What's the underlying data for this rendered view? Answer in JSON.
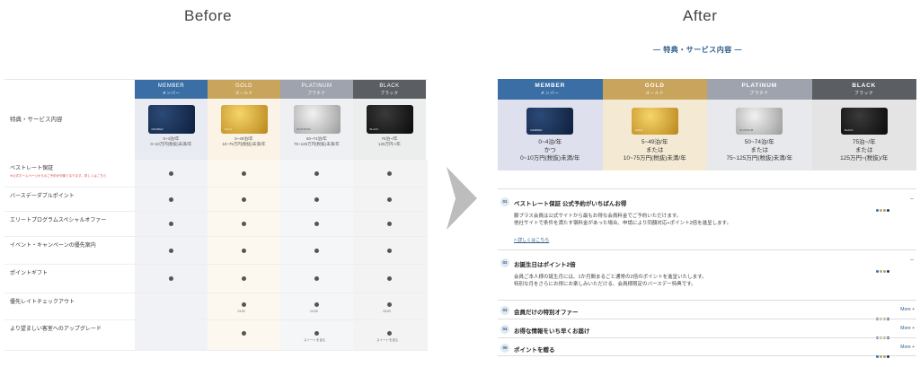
{
  "titles": {
    "before": "Before",
    "after": "After"
  },
  "colors": {
    "member": "#3b6ea5",
    "gold": "#c8a45c",
    "platinum": "#9ea3ad",
    "black": "#5b5e63",
    "accent": "#2d5d8a",
    "red_note": "#d94a4a"
  },
  "before": {
    "header_label": "特典・サービス内容",
    "tiers": [
      {
        "name": "MEMBER",
        "jp": "メンバー",
        "card_label": "MEMBER",
        "text1": "0~4泊/年",
        "text2": "0~10万円(税抜)未満/年"
      },
      {
        "name": "GOLD",
        "jp": "ゴールド",
        "card_label": "GOLD",
        "text1": "5~49泊/年",
        "text2": "10~75万円(税抜)未満/年"
      },
      {
        "name": "PLATINUM",
        "jp": "プラチナ",
        "card_label": "PLATINUM",
        "text1": "50~74泊/年",
        "text2": "75~125万円(税抜)未満/年"
      },
      {
        "name": "BLACK",
        "jp": "ブラック",
        "card_label": "BLACK",
        "text1": "75泊~/年",
        "text2": "125万円~/年"
      }
    ],
    "features": [
      {
        "title": "ベストレート保証",
        "sub": "※公式ホームページからのご予約が対象となります。詳しくはこちら"
      },
      {
        "title": "バースデーダブルポイント",
        "sub": ""
      },
      {
        "title": "エリートプログラムスペシャルオファー",
        "sub": ""
      },
      {
        "title": "イベント・キャンペーンの優先案内",
        "sub": ""
      },
      {
        "title": "ポイントギフト",
        "sub": ""
      },
      {
        "title": "優先レイトチェックアウト",
        "sub": ""
      },
      {
        "title": "より望ましい客室へのアップグレード",
        "sub": ""
      }
    ],
    "checkout_times": [
      "13:00",
      "14:00",
      "15:00"
    ],
    "upgrade_notes": [
      "スイートを含む",
      "スイートを含む"
    ]
  },
  "after": {
    "section_title": "― 特典・サービス内容 ―",
    "tiers": [
      {
        "name": "MEMBER",
        "jp": "メンバー",
        "card_label": "MEMBER",
        "l1": "0~4泊/年",
        "l2": "かつ",
        "l3": "0~10万円(税抜)未満/年"
      },
      {
        "name": "GOLD",
        "jp": "ゴールド",
        "card_label": "GOLD",
        "l1": "5~49泊/年",
        "l2": "または",
        "l3": "10~75万円(税抜)未満/年"
      },
      {
        "name": "PLATINUM",
        "jp": "プラチナ",
        "card_label": "PLATINUM",
        "l1": "50~74泊/年",
        "l2": "または",
        "l3": "75~125万円(税抜)未満/年"
      },
      {
        "name": "BLACK",
        "jp": "ブラック",
        "card_label": "BLACK",
        "l1": "75泊~/年",
        "l2": "または",
        "l3": "125万円~(税抜)/年"
      }
    ],
    "items": [
      {
        "num": "01",
        "title": "ベストレート保証 公式予約がいちばんお得",
        "desc1": "藤プラス会員は公式サイトから最もお得な会員料金でご予約いただけます。",
        "desc2": "他社サイトで条件を満たす宿料金があった場合、申請により同額対応+ポイント2倍を進呈します。",
        "link": "> 詳しくはこちら",
        "toggle": "−"
      },
      {
        "num": "02",
        "title": "お誕生日はポイント2倍",
        "desc1": "会員ご本人様の誕生月には、1か月間まるごと通常の2倍のポイントを進呈いたします。",
        "desc2": "特別な月をさらにお得にお楽しみいただける、会員様限定のバースデー特典です。",
        "toggle": "−"
      },
      {
        "num": "03",
        "title": "会員だけの特別オファー",
        "more": "More"
      },
      {
        "num": "04",
        "title": "お得な情報をいち早くお届け",
        "more": "More"
      },
      {
        "num": "05",
        "title": "ポイントを贈る",
        "more": "More"
      }
    ]
  }
}
